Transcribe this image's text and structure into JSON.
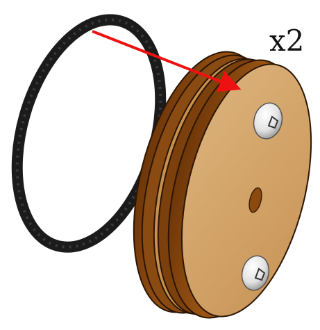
{
  "diagram": {
    "quantity_label": "x2",
    "parts": [
      {
        "name": "rubber-o-ring",
        "color": "#1b1b1b"
      },
      {
        "name": "wooden-pulley-wheel",
        "color": "#8a4b12",
        "face_color": "#d8ab72"
      },
      {
        "name": "screw-head",
        "count": 2,
        "color": "#e8e8e8"
      }
    ],
    "assembly_arrow": {
      "color": "#ee1111",
      "from_part": "rubber-o-ring",
      "to_part": "wooden-pulley-wheel"
    }
  }
}
